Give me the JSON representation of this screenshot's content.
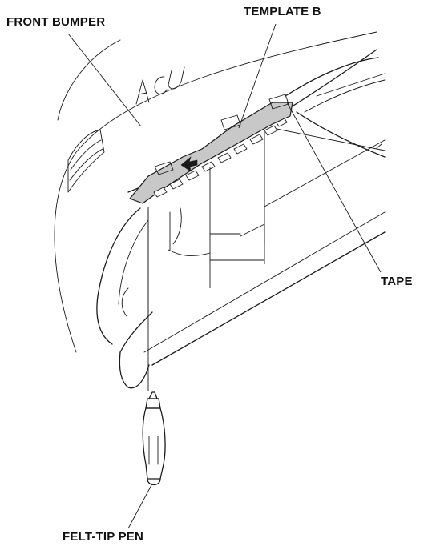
{
  "labels": {
    "front_bumper": "FRONT BUMPER",
    "template_b": "TEMPLATE B",
    "tape": "TAPE",
    "felt_tip_pen": "FELT-TIP PEN"
  },
  "colors": {
    "line": "#1a1a1a",
    "template_fill": "#c8c8c8",
    "background": "#ffffff"
  }
}
